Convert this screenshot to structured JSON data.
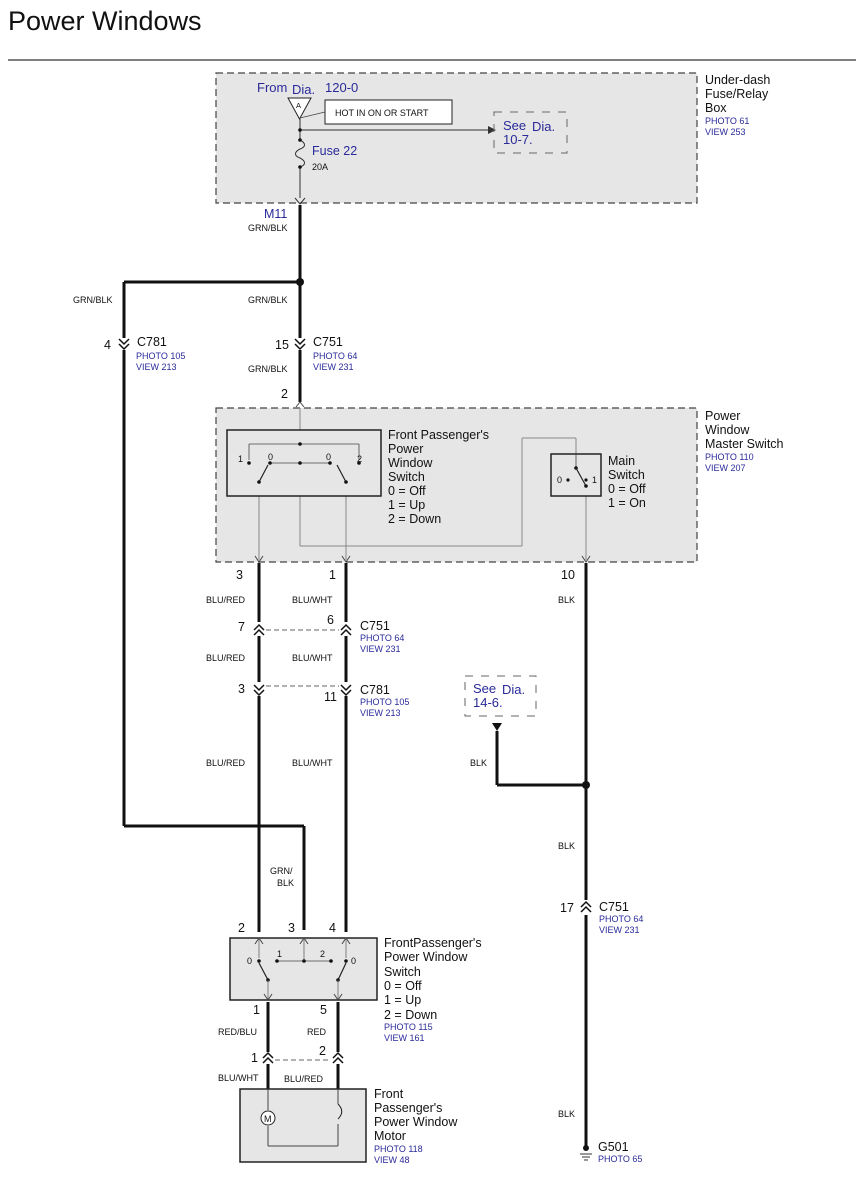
{
  "title": "Power Windows",
  "fuse_box": {
    "from_prefix": "From",
    "from_dia": "Dia.",
    "from_num": "120-0",
    "terminal": "A",
    "hot_label": "HOT IN ON OR START",
    "see_label": "See",
    "see_dia": "Dia.",
    "see_num": "10-7.",
    "fuse_name": "Fuse 22",
    "fuse_rating": "20A",
    "name_lines": [
      "Under-dash",
      "Fuse/Relay",
      "Box"
    ],
    "photo": "PHOTO 61",
    "view": "VIEW 253"
  },
  "wires": {
    "m11": "M11",
    "grn_blk": "GRN/BLK",
    "blu_red": "BLU/RED",
    "blu_wht": "BLU/WHT",
    "blk": "BLK",
    "grn": "GRN/",
    "blk_short": "BLK",
    "red_blu": "RED/BLU",
    "red": "RED"
  },
  "connectors": {
    "c781": "C781",
    "c751": "C751",
    "photo105": "PHOTO 105",
    "view213": "VIEW 213",
    "photo64": "PHOTO 64",
    "view231": "VIEW 231"
  },
  "pins": {
    "p4": "4",
    "p15": "15",
    "p2": "2",
    "p3": "3",
    "p1": "1",
    "p10": "10",
    "p7": "7",
    "p6": "6",
    "p11": "11",
    "p17": "17",
    "p5": "5"
  },
  "master_switch": {
    "name_lines": [
      "Power",
      "Window",
      "Master Switch"
    ],
    "photo": "PHOTO 110",
    "view": "VIEW 207",
    "fp_lines": [
      "Front Passenger's",
      "Power",
      "Window",
      "Switch",
      "0 = Off",
      "1 = Up",
      "2 = Down"
    ],
    "main_lines": [
      "Main",
      "Switch",
      "0 = Off",
      "1 = On"
    ]
  },
  "see_14": {
    "see": "See",
    "dia": "Dia.",
    "num": "14-6."
  },
  "fp_switch": {
    "lines": [
      "FrontPassenger's",
      "Power Window",
      "Switch",
      "0 = Off",
      "1 = Up",
      "2 = Down"
    ],
    "photo": "PHOTO 115",
    "view": "VIEW 161"
  },
  "motor": {
    "symbol": "M",
    "lines": [
      "Front",
      "Passenger's",
      "Power Window",
      "Motor"
    ],
    "photo": "PHOTO 118",
    "view": "VIEW 48"
  },
  "ground": {
    "name": "G501",
    "photo": "PHOTO 65"
  },
  "switch_positions": {
    "zero": "0",
    "one": "1",
    "two": "2"
  }
}
